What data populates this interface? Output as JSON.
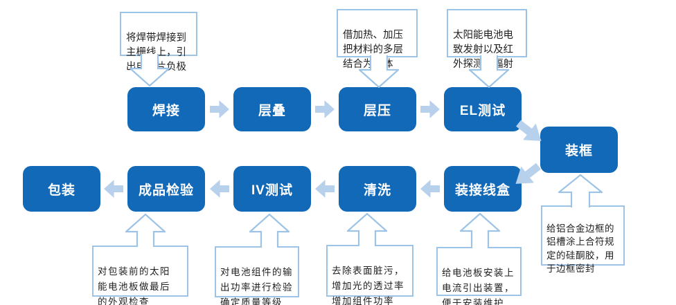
{
  "colors": {
    "box_fill": "#1169b8",
    "box_text": "#ffffff",
    "flow_arrow": "#b7d0ec",
    "callout_border": "#9dc3e6",
    "callout_bg": "#ffffff",
    "callout_text": "#1f1f1f"
  },
  "steps": [
    {
      "id": "welding",
      "label": "焊接"
    },
    {
      "id": "stacking",
      "label": "层叠"
    },
    {
      "id": "lamination",
      "label": "层压"
    },
    {
      "id": "el-test",
      "label": "EL测试"
    },
    {
      "id": "framing",
      "label": "装框"
    },
    {
      "id": "junction-box",
      "label": "装接线盒"
    },
    {
      "id": "cleaning",
      "label": "清洗"
    },
    {
      "id": "iv-test",
      "label": "IV测试"
    },
    {
      "id": "final-inspection",
      "label": "成品检验"
    },
    {
      "id": "packaging",
      "label": "包装"
    }
  ],
  "callouts": [
    {
      "target": "welding",
      "text": "将焊带焊接到\n主栅线上，引\n出电池片负极"
    },
    {
      "target": "lamination",
      "text": "借加热、加压\n把材料的多层\n结合为整体"
    },
    {
      "target": "el-test",
      "text": "太阳能电池电\n致发射以及红\n外探测热辐射"
    },
    {
      "target": "final-inspection",
      "text": "对包装前的太阳\n能电池板做最后\n的外观检查"
    },
    {
      "target": "iv-test",
      "text": "对电池组件的输\n出功率进行检验\n确定质量等级"
    },
    {
      "target": "cleaning",
      "text": "去除表面脏污，\n增加光的透过率\n增加组件功率"
    },
    {
      "target": "junction-box",
      "text": "给电池板安装上\n电流引出装置，\n便于安装维护"
    },
    {
      "target": "framing",
      "text": "给铝合金边框的\n铝槽涂上合符规\n定的硅酮胶，用\n于边框密封"
    }
  ]
}
